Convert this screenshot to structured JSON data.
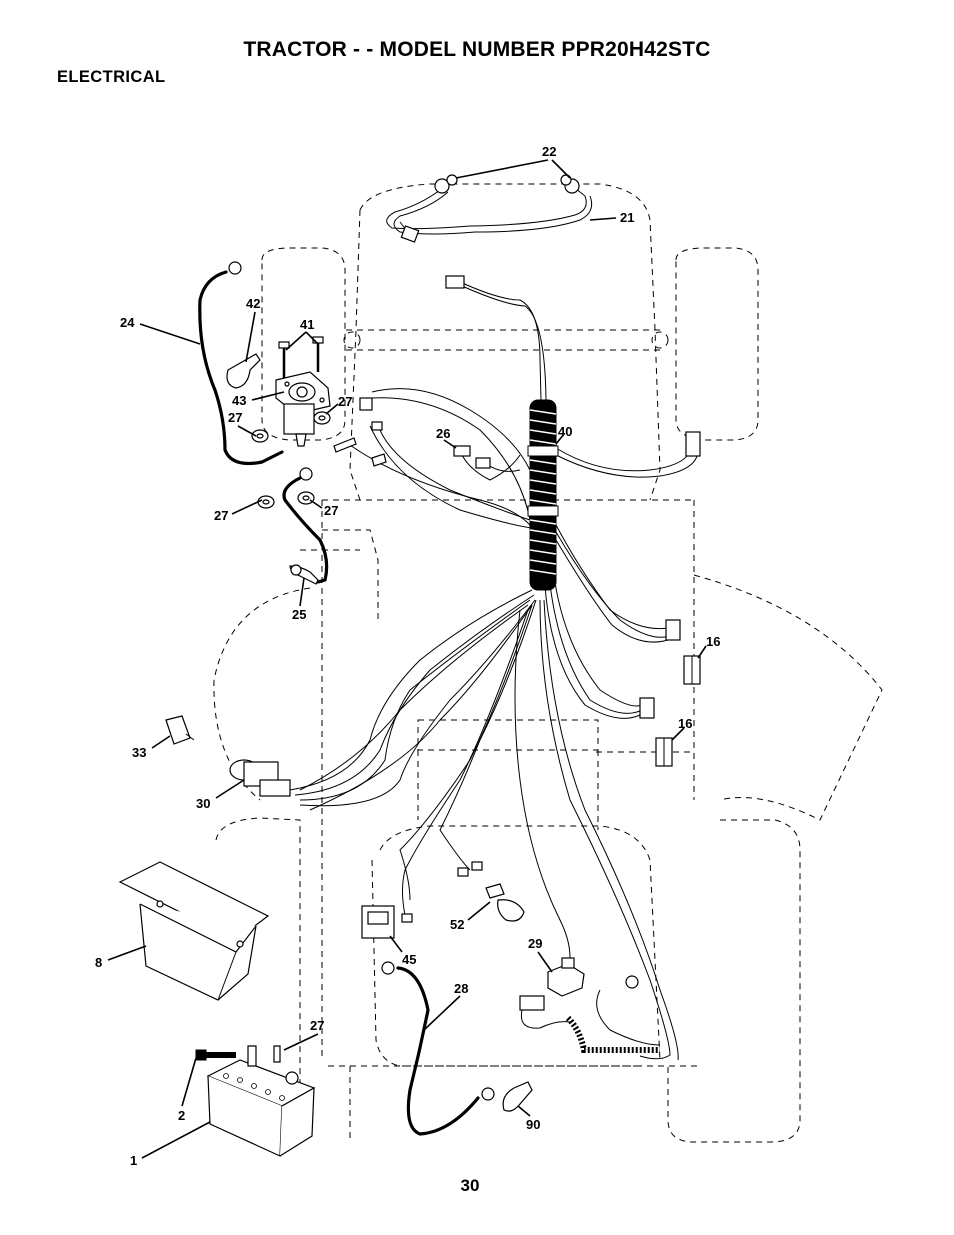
{
  "header": {
    "title": "TRACTOR - - MODEL NUMBER PPR20H42STC",
    "section": "ELECTRICAL"
  },
  "footer": {
    "page_number": "30"
  },
  "callouts": {
    "c22": "22",
    "c21": "21",
    "c42": "42",
    "c24": "24",
    "c41": "41",
    "c43": "43",
    "c27a": "27",
    "c27b": "27",
    "c26": "26",
    "c40": "40",
    "c27c": "27",
    "c27d": "27",
    "c25": "25",
    "c16a": "16",
    "c16b": "16",
    "c33": "33",
    "c30": "30",
    "c52": "52",
    "c8": "8",
    "c45": "45",
    "c29": "29",
    "c28": "28",
    "c27e": "27",
    "c2": "2",
    "c90": "90",
    "c1": "1"
  }
}
